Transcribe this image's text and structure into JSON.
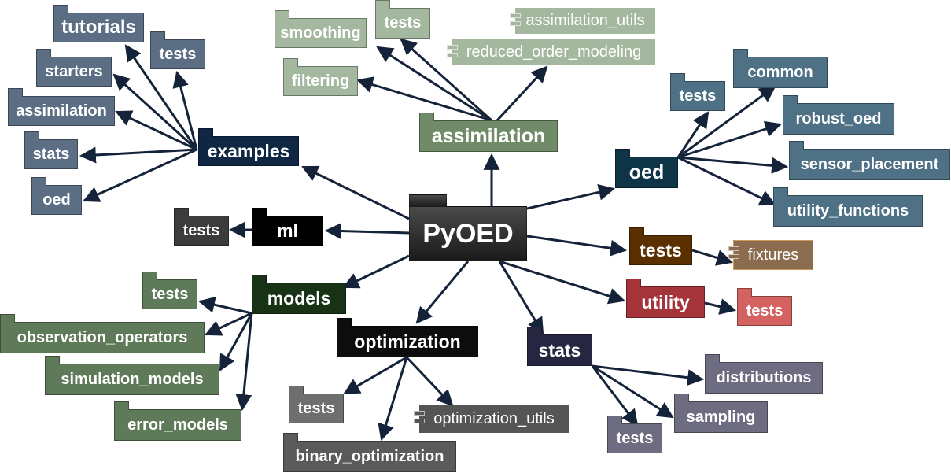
{
  "root": {
    "label": "PyOED",
    "color": "#2e2e2e"
  },
  "packages": {
    "examples": {
      "label": "examples",
      "color": "#0f2742"
    },
    "tutorials": {
      "label": "tutorials",
      "color": "#5c6e84"
    },
    "ex_tests": {
      "label": "tests",
      "color": "#5c6e84"
    },
    "starters": {
      "label": "starters",
      "color": "#5c6e84"
    },
    "ex_assimilation": {
      "label": "assimilation",
      "color": "#5c6e84"
    },
    "ex_stats": {
      "label": "stats",
      "color": "#5c6e84"
    },
    "ex_oed": {
      "label": "oed",
      "color": "#5c6e84"
    },
    "assimilation": {
      "label": "assimilation",
      "color": "#6f8b68"
    },
    "smoothing": {
      "label": "smoothing",
      "color": "#a3b89e"
    },
    "as_tests": {
      "label": "tests",
      "color": "#a3b89e"
    },
    "filtering": {
      "label": "filtering",
      "color": "#a3b89e"
    },
    "assimilation_utils": {
      "label": "assimilation_utils",
      "color": "#a3b89e"
    },
    "reduced_order_modeling": {
      "label": "reduced_order_modeling",
      "color": "#a3b89e"
    },
    "oed": {
      "label": "oed",
      "color": "#0e3448"
    },
    "oed_tests": {
      "label": "tests",
      "color": "#4e7185"
    },
    "common": {
      "label": "common",
      "color": "#4e7185"
    },
    "robust_oed": {
      "label": "robust_oed",
      "color": "#4e7185"
    },
    "sensor_placement": {
      "label": "sensor_placement",
      "color": "#4e7185"
    },
    "utility_functions": {
      "label": "utility_functions",
      "color": "#4e7185"
    },
    "ml": {
      "label": "ml",
      "color": "#000000"
    },
    "ml_tests": {
      "label": "tests",
      "color": "#3c3c3c"
    },
    "root_tests": {
      "label": "tests",
      "color": "#5b3000"
    },
    "fixtures": {
      "label": "fixtures",
      "color": "#8c6c4e"
    },
    "utility": {
      "label": "utility",
      "color": "#a4343a"
    },
    "ut_tests": {
      "label": "tests",
      "color": "#d46261"
    },
    "models": {
      "label": "models",
      "color": "#183216"
    },
    "mo_tests": {
      "label": "tests",
      "color": "#5e7a58"
    },
    "observation_operators": {
      "label": "observation_operators",
      "color": "#5e7a58"
    },
    "simulation_models": {
      "label": "simulation_models",
      "color": "#5e7a58"
    },
    "error_models": {
      "label": "error_models",
      "color": "#5e7a58"
    },
    "optimization": {
      "label": "optimization",
      "color": "#0d0d0d"
    },
    "op_tests": {
      "label": "tests",
      "color": "#6e6e6e"
    },
    "optimization_utils": {
      "label": "optimization_utils",
      "color": "#555555"
    },
    "binary_optimization": {
      "label": "binary_optimization",
      "color": "#5a5a5a"
    },
    "stats": {
      "label": "stats",
      "color": "#262640"
    },
    "distributions": {
      "label": "distributions",
      "color": "#6e6c80"
    },
    "sampling": {
      "label": "sampling",
      "color": "#6e6c80"
    },
    "st_tests": {
      "label": "tests",
      "color": "#6e6c80"
    }
  },
  "edge_color": "#15233a"
}
